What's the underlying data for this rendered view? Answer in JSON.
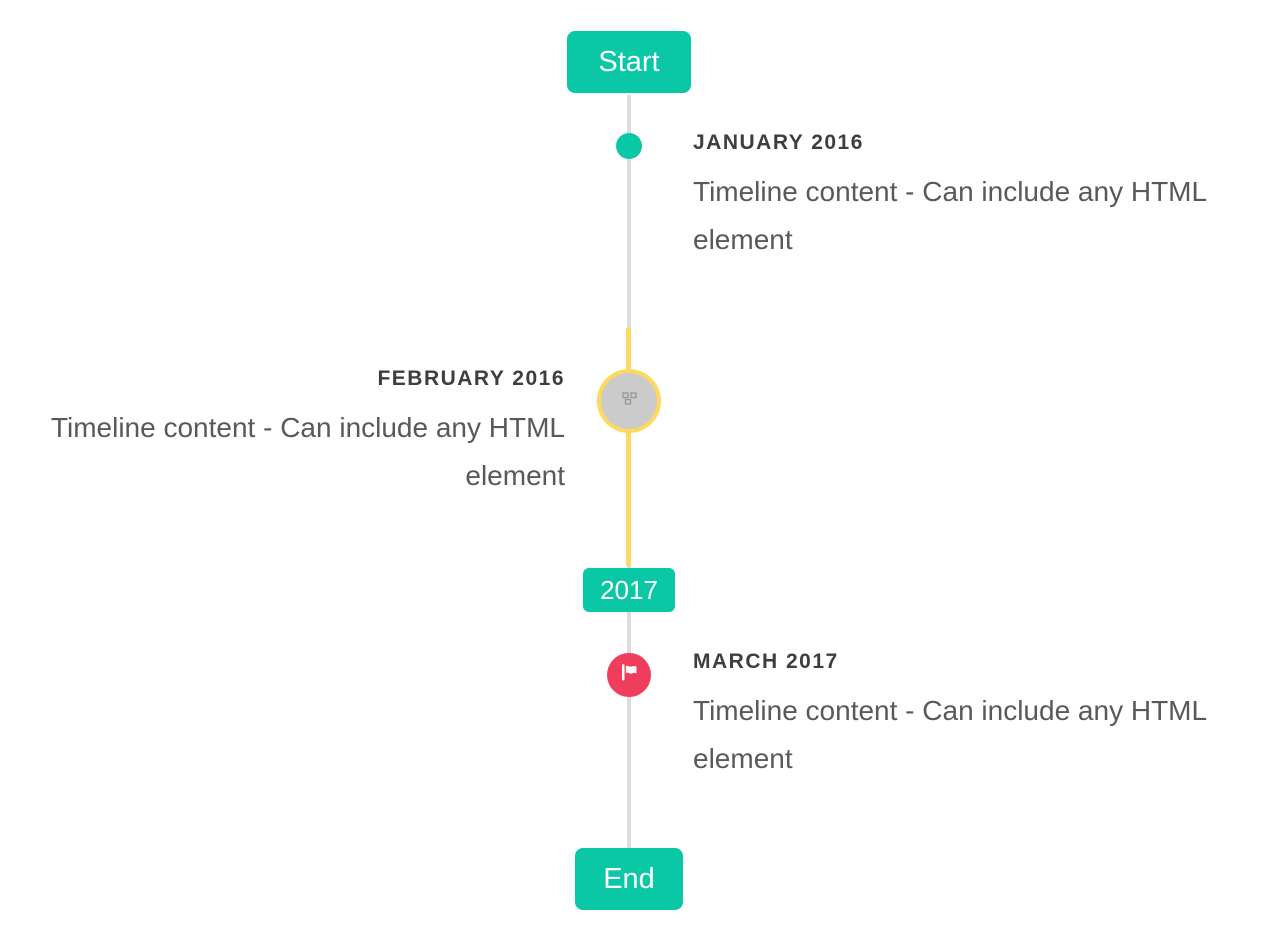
{
  "page": {
    "background": "#FFFFFF"
  },
  "colors": {
    "accent_teal": "#0AC8A5",
    "highlight_yellow": "#FFD95C",
    "flag_red": "#F03D5E",
    "line_gray": "#DCDCDC",
    "marker_gray": "#CBCBCB",
    "title_text": "#3E3E3E",
    "body_text": "#58595B"
  },
  "timeline": {
    "start_label": "Start",
    "year_badge": "2017",
    "end_label": "End",
    "entries": [
      {
        "side": "right",
        "marker": "dot",
        "title": "JANUARY 2016",
        "content": "Timeline content - Can include any HTML element"
      },
      {
        "side": "left",
        "marker": "broken-image-icon",
        "highlighted": true,
        "title": "FEBRUARY 2016",
        "content": "Timeline content - Can include any HTML element"
      },
      {
        "side": "right",
        "marker": "flag-icon",
        "title": "MARCH 2017",
        "content": "Timeline content - Can include any HTML element"
      }
    ]
  }
}
